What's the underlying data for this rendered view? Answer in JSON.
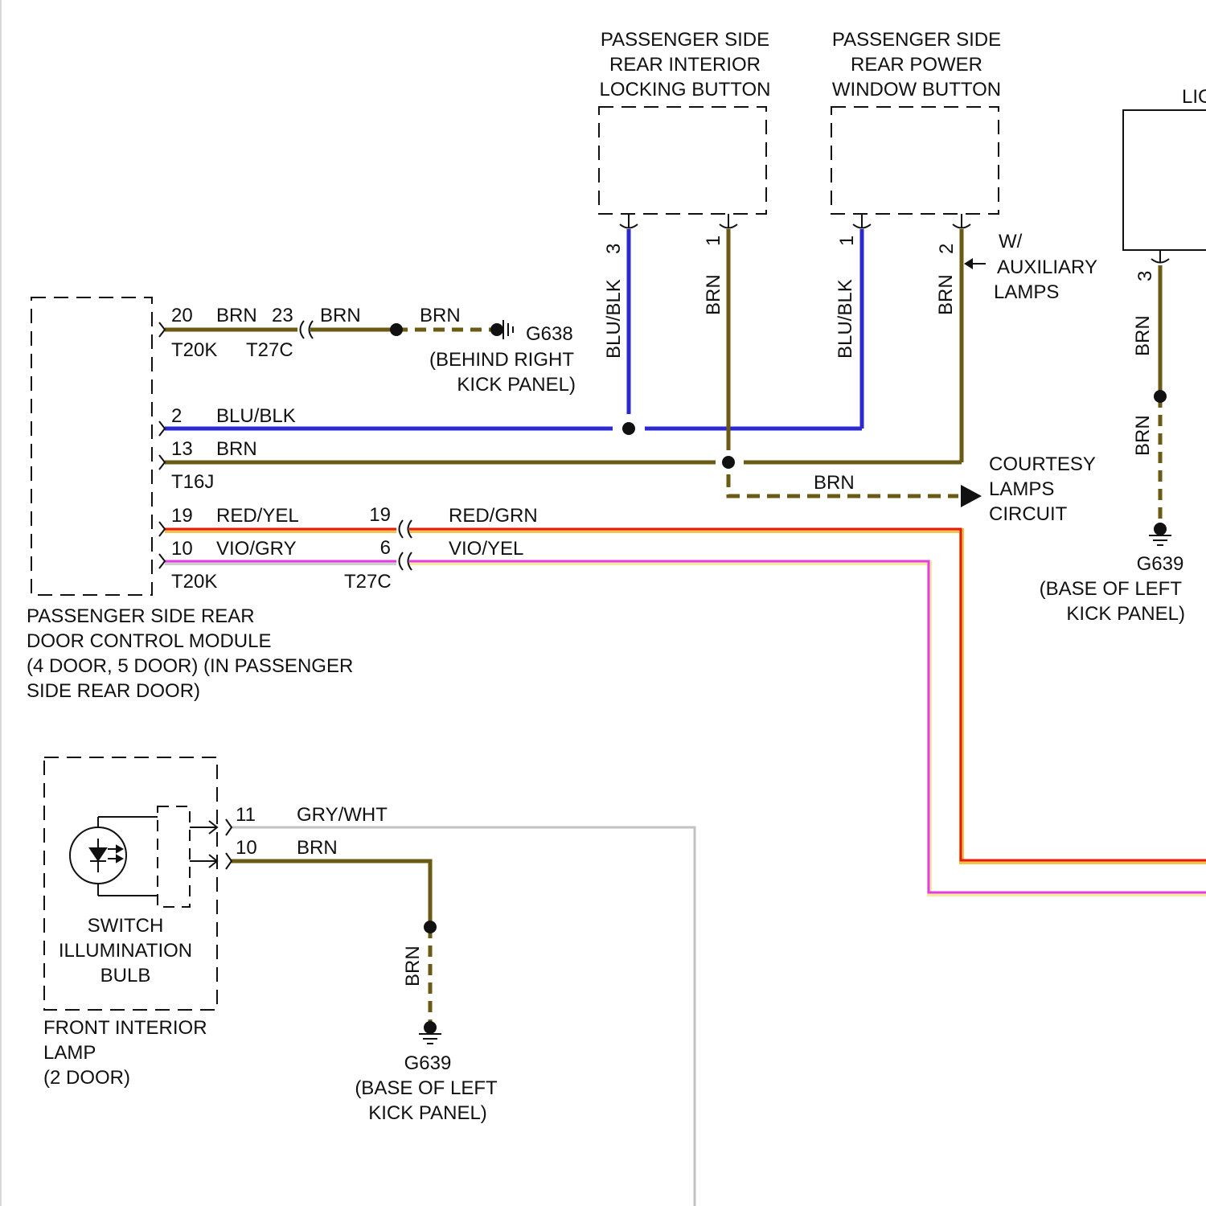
{
  "colors": {
    "background": "#ffffff",
    "ink": "#111111",
    "brn": "#6b5a14",
    "blu": "#2a2ad0",
    "red": "#e81a0c",
    "red_trace": "#f2c24a",
    "vio": "#e63ce6",
    "vio_trace": "#f5eaa0",
    "gry": "#c2c2c2"
  },
  "components": {
    "locking_button": {
      "lines": [
        "PASSENGER SIDE",
        "REAR INTERIOR",
        "LOCKING BUTTON"
      ],
      "pins": [
        "3",
        "1"
      ]
    },
    "window_button": {
      "lines": [
        "PASSENGER SIDE",
        "REAR POWER",
        "WINDOW BUTTON"
      ],
      "pins": [
        "1",
        "2"
      ]
    },
    "right_box": {
      "title_fragment": "LIG",
      "pin": "3"
    },
    "rear_door_module": {
      "lines": [
        "PASSENGER SIDE REAR",
        "DOOR CONTROL MODULE",
        "(4 DOOR, 5 DOOR) (IN PASSENGER",
        "SIDE REAR DOOR)"
      ],
      "connectors": [
        "T20K",
        "T27C",
        "T16J",
        "T20K",
        "T27C"
      ]
    },
    "front_interior_lamp": {
      "lines": [
        "FRONT INTERIOR",
        "LAMP",
        "(2 DOOR)"
      ],
      "bulb_lines": [
        "SWITCH",
        "ILLUMINATION",
        "BULB"
      ]
    }
  },
  "wires": {
    "w20": {
      "pin": "20",
      "color": "BRN",
      "mate_pin": "23",
      "mate_color": "BRN",
      "ground_color": "BRN"
    },
    "w2": {
      "pin": "2",
      "color": "BLU/BLK"
    },
    "w13": {
      "pin": "13",
      "color": "BRN"
    },
    "w19": {
      "pin": "19",
      "color": "RED/YEL",
      "mate_pin": "19",
      "mate_color": "RED/GRN"
    },
    "w10": {
      "pin": "10",
      "color": "VIO/GRY",
      "mate_pin": "6",
      "mate_color": "VIO/YEL"
    },
    "lock_pin3": {
      "color": "BLU/BLK"
    },
    "lock_pin1": {
      "color": "BRN"
    },
    "win_pin1": {
      "color": "BLU/BLK"
    },
    "win_pin2": {
      "color": "BRN"
    },
    "courtesy_branch": {
      "color": "BRN"
    },
    "right_upper": {
      "color": "BRN"
    },
    "right_lower": {
      "color": "BRN"
    },
    "lamp_pin11": {
      "pin": "11",
      "color": "GRY/WHT"
    },
    "lamp_pin10": {
      "pin": "10",
      "color": "BRN"
    },
    "lamp_ground": {
      "color": "BRN"
    }
  },
  "notes": {
    "auxiliary": [
      "W/",
      "AUXILIARY",
      "LAMPS"
    ],
    "courtesy": [
      "COURTESY",
      "LAMPS",
      "CIRCUIT"
    ]
  },
  "grounds": {
    "g638": {
      "name": "G638",
      "location": [
        "(BEHIND RIGHT",
        "KICK PANEL)"
      ]
    },
    "g639_right": {
      "name": "G639",
      "location": [
        "(BASE OF LEFT",
        "KICK PANEL)"
      ]
    },
    "g639_bottom": {
      "name": "G639",
      "location": [
        "(BASE OF LEFT",
        "KICK PANEL)"
      ]
    }
  }
}
